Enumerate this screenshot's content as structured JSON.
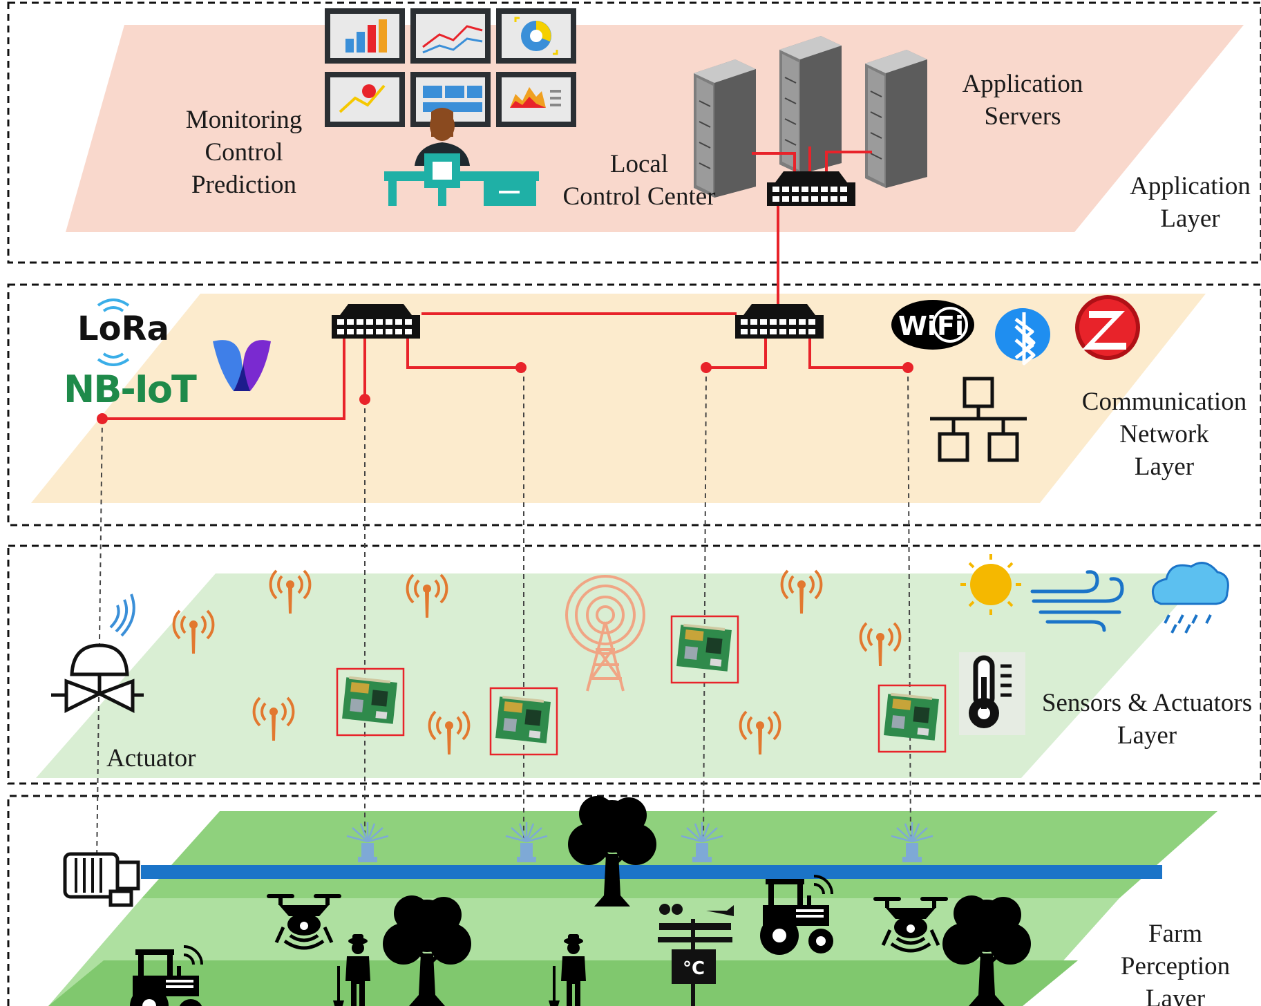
{
  "layers": [
    {
      "id": "application",
      "label_lines": [
        "Application",
        "Layer"
      ],
      "fill": "#f9d8cc"
    },
    {
      "id": "communication",
      "label_lines": [
        "Communication",
        "Network",
        "Layer"
      ],
      "fill": "#fcebcd"
    },
    {
      "id": "sensors",
      "label_lines": [
        "Sensors & Actuators",
        "Layer"
      ],
      "fill": "#d9eed3"
    },
    {
      "id": "farm",
      "label_lines": [
        "Farm",
        "Perception",
        "Layer"
      ],
      "fill": "#a5d994"
    }
  ],
  "application": {
    "monitoring_lines": [
      "Monitoring",
      "Control",
      "Prediction"
    ],
    "servers_lines": [
      "Application",
      "Servers"
    ],
    "control_center_lines": [
      "Local",
      "Control Center"
    ]
  },
  "sensors": {
    "actuator_label": "Actuator"
  },
  "protocols": {
    "lora": "LoRa",
    "nbiot": "NB-IoT",
    "wifi_a": "Wi",
    "wifi_b": "Fi"
  },
  "colors": {
    "link": "#e8232a",
    "pipe": "#1b74c8",
    "signal": "#e2782f",
    "monitor_frame": "#2b2f33"
  }
}
